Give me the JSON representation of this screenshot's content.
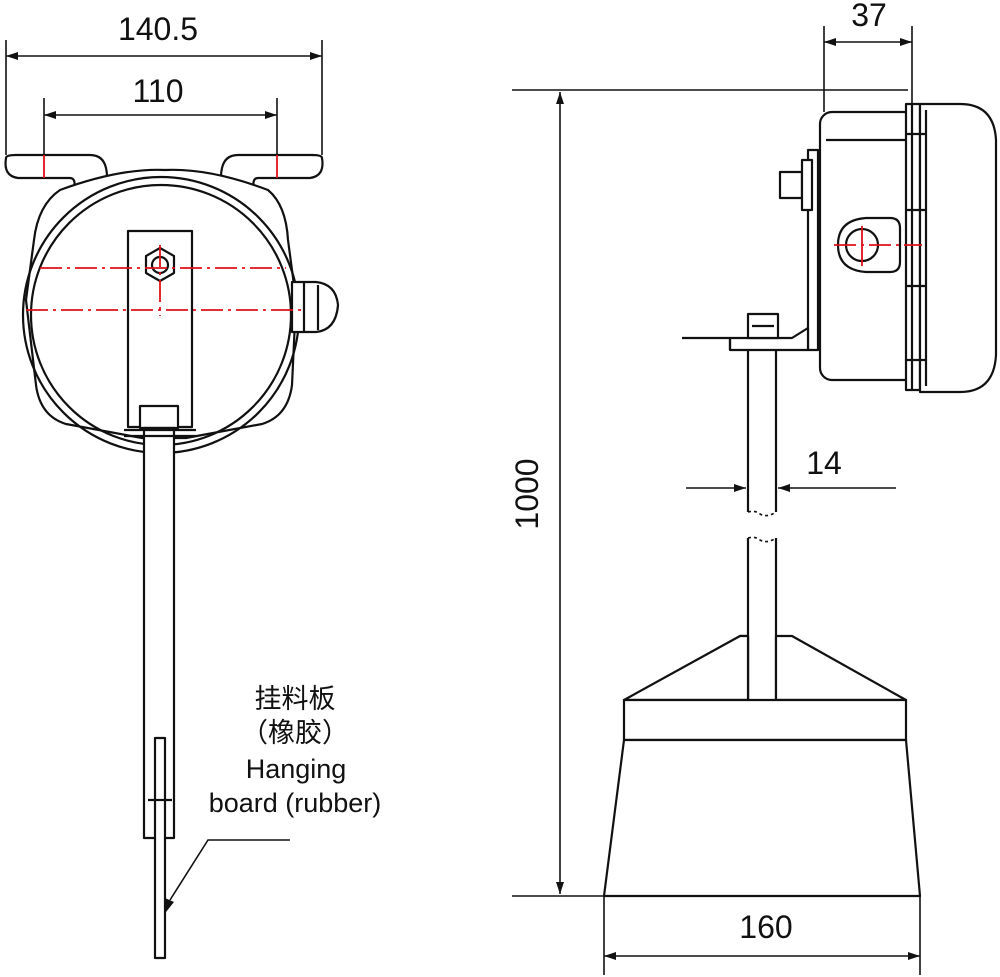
{
  "dimensions": {
    "overall_width": "140.5",
    "hole_spacing": "110",
    "box_depth": "37",
    "total_height": "1000",
    "rod_diameter": "14",
    "base_width": "160"
  },
  "label": {
    "cn_line1": "挂料板",
    "cn_line2": "（橡胶）",
    "en_line1": "Hanging",
    "en_line2": "board (rubber)"
  },
  "colors": {
    "line": "#111111",
    "centerline": "#e0101a",
    "background": "#ffffff"
  }
}
